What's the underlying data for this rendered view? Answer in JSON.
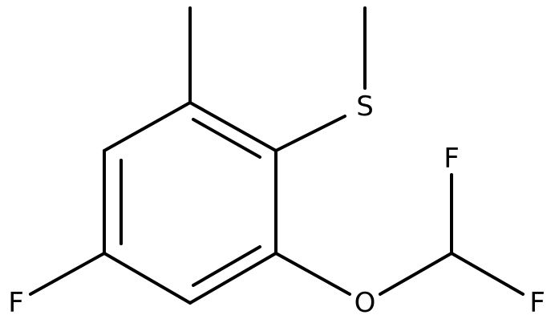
{
  "diagram": {
    "type": "chemical-structure",
    "atoms": {
      "sulfur": "S",
      "oxygen": "O",
      "fluorine_ring": "F",
      "fluorine_top": "F",
      "fluorine_right": "F"
    },
    "colors": {
      "bond": "#000000",
      "label": "#000000",
      "background": "#ffffff"
    }
  }
}
